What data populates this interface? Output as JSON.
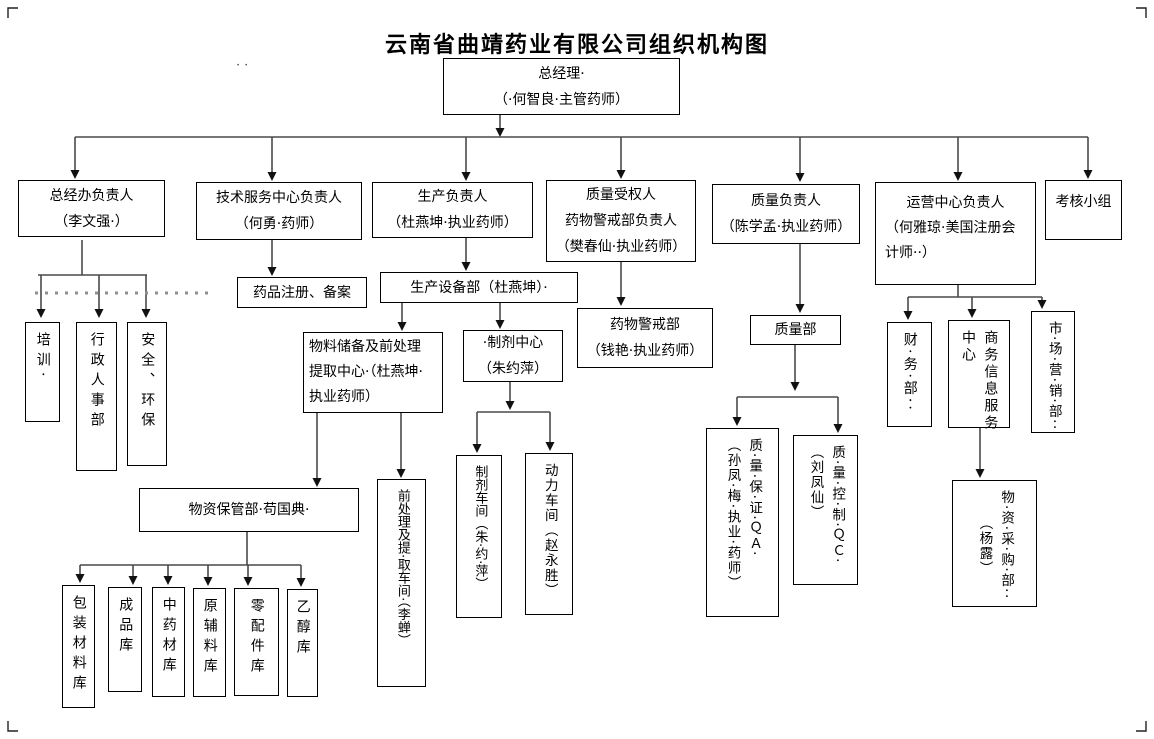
{
  "title": "云南省曲靖药业有限公司组织机构图",
  "stray_marks": "··",
  "nodes": {
    "gm": {
      "lines": [
        "总经理·",
        "（·何智良·主管药师）"
      ]
    },
    "gmo": {
      "lines": [
        "总经办负责人",
        "（李文强·）"
      ]
    },
    "tech": {
      "lines": [
        "技术服务中心负责人",
        "（何勇·药师）"
      ]
    },
    "prod": {
      "lines": [
        "生产负责人",
        "（杜燕坤·执业药师）"
      ]
    },
    "qauth": {
      "lines": [
        "质量受权人",
        "药物警戒部负责人",
        "（樊春仙·执业药师）"
      ]
    },
    "qresp": {
      "lines": [
        "质量负责人",
        "（陈学孟·执业药师）"
      ]
    },
    "ops": {
      "lines": [
        "运营中心负责人",
        "（何雅琼·美国注册会",
        "计师··）"
      ]
    },
    "assess": {
      "lines": [
        "考核小组"
      ]
    },
    "train": {
      "lines": [
        "培训·"
      ]
    },
    "hr": {
      "lines": [
        "行政人事部"
      ]
    },
    "safety": {
      "lines": [
        "安全、环保"
      ]
    },
    "reg": {
      "lines": [
        "药品注册、备案"
      ]
    },
    "equip": {
      "lines": [
        "生产设备部（杜燕坤）·"
      ]
    },
    "material": {
      "lines": [
        "物料储备及前处理",
        "提取中心·（杜燕坤·",
        "执业药师）"
      ]
    },
    "prepc": {
      "lines": [
        "·制剂中心",
        "（朱约萍）"
      ]
    },
    "pv": {
      "lines": [
        "药物警戒部",
        "（钱艳·执业药师）"
      ]
    },
    "qdept": {
      "lines": [
        "质量部"
      ]
    },
    "storage": {
      "lines": [
        "物资保管部·苟国典·"
      ]
    },
    "wh_pack": {
      "lines": [
        "包装材料库"
      ]
    },
    "wh_finished": {
      "lines": [
        "成品库"
      ]
    },
    "wh_herb": {
      "lines": [
        "中药材库"
      ]
    },
    "wh_raw": {
      "lines": [
        "原辅料库"
      ]
    },
    "wh_spare": {
      "lines": [
        "零配件库"
      ]
    },
    "wh_ethanol": {
      "lines": [
        "乙醇库"
      ]
    },
    "prew": {
      "lines": [
        "前处理及提·取车间·（李蝉）"
      ]
    },
    "prepw": {
      "lines": [
        "制剂车间（朱·约·萍）"
      ]
    },
    "power": {
      "lines": [
        "动力车间（赵永胜）"
      ]
    },
    "qa": {
      "lines": [
        "质·量·保·证·ＱＡ·",
        "（孙凤·梅·执业·药师）"
      ]
    },
    "qc": {
      "lines": [
        "质·量·控·制·ＱＣ·",
        "（刘凤仙）"
      ]
    },
    "fin": {
      "lines": [
        "财·务·部··"
      ]
    },
    "biz": {
      "lines": [
        "商务信息服务",
        "中心"
      ]
    },
    "mkt": {
      "lines": [
        "市·场·营·销·部··"
      ]
    },
    "pur": {
      "lines": [
        "物·资·采·购·部··",
        "（杨露）"
      ]
    }
  },
  "edges": [
    [
      "gm",
      "gmo"
    ],
    [
      "gm",
      "tech"
    ],
    [
      "gm",
      "prod"
    ],
    [
      "gm",
      "qauth"
    ],
    [
      "gm",
      "qresp"
    ],
    [
      "gm",
      "ops"
    ],
    [
      "gm",
      "assess"
    ],
    [
      "gmo",
      "train"
    ],
    [
      "gmo",
      "hr"
    ],
    [
      "gmo",
      "safety"
    ],
    [
      "tech",
      "reg"
    ],
    [
      "prod",
      "equip"
    ],
    [
      "equip",
      "material"
    ],
    [
      "equip",
      "prepc"
    ],
    [
      "material",
      "storage"
    ],
    [
      "material",
      "prew"
    ],
    [
      "storage",
      "wh_pack"
    ],
    [
      "storage",
      "wh_finished"
    ],
    [
      "storage",
      "wh_herb"
    ],
    [
      "storage",
      "wh_raw"
    ],
    [
      "storage",
      "wh_spare"
    ],
    [
      "storage",
      "wh_ethanol"
    ],
    [
      "prepc",
      "prepw"
    ],
    [
      "prepc",
      "power"
    ],
    [
      "qauth",
      "pv"
    ],
    [
      "qresp",
      "qdept"
    ],
    [
      "qdept",
      "qa"
    ],
    [
      "qdept",
      "qc"
    ],
    [
      "ops",
      "fin"
    ],
    [
      "ops",
      "biz"
    ],
    [
      "ops",
      "mkt"
    ],
    [
      "biz",
      "pur"
    ]
  ]
}
